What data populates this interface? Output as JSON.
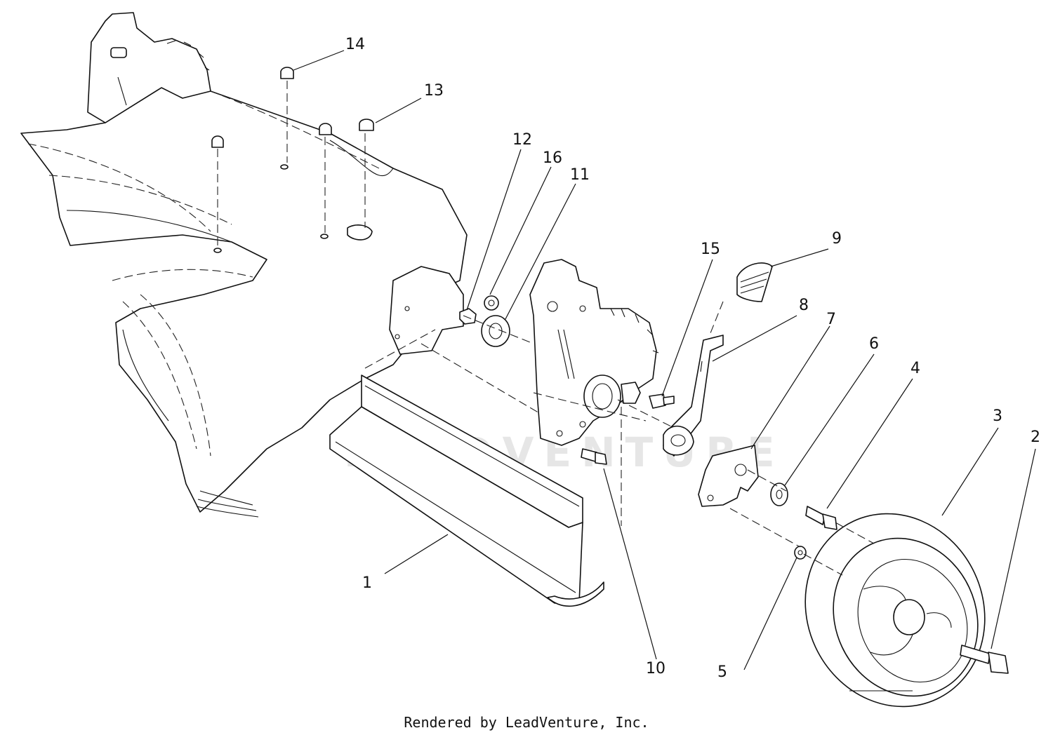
{
  "diagram": {
    "watermark": "LEADVENTURE",
    "footer": "Rendered by LeadVenture, Inc.",
    "callouts": [
      {
        "id": "1",
        "label": "1"
      },
      {
        "id": "2",
        "label": "2"
      },
      {
        "id": "3",
        "label": "3"
      },
      {
        "id": "4",
        "label": "4"
      },
      {
        "id": "5",
        "label": "5"
      },
      {
        "id": "6",
        "label": "6"
      },
      {
        "id": "7",
        "label": "7"
      },
      {
        "id": "8",
        "label": "8"
      },
      {
        "id": "9",
        "label": "9"
      },
      {
        "id": "10",
        "label": "10"
      },
      {
        "id": "11",
        "label": "11"
      },
      {
        "id": "12",
        "label": "12"
      },
      {
        "id": "13",
        "label": "13"
      },
      {
        "id": "14",
        "label": "14"
      },
      {
        "id": "15",
        "label": "15"
      },
      {
        "id": "16",
        "label": "16"
      }
    ]
  }
}
